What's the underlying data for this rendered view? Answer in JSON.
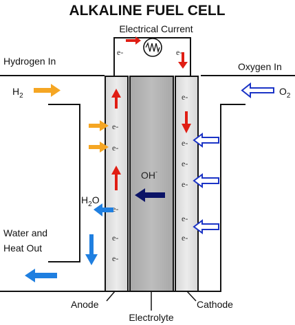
{
  "diagram": {
    "title": "ALKALINE FUEL CELL",
    "circuit_label": "Electrical Current",
    "hydrogen_in": "Hydrogen In",
    "oxygen_in": "Oxygen In",
    "h2_formula": {
      "main": "H",
      "sub": "2"
    },
    "o2_formula": {
      "main": "O",
      "sub": "2"
    },
    "h2o_formula": {
      "a": "H",
      "sub": "2",
      "b": "O"
    },
    "water_out_line1": "Water and",
    "water_out_line2": "Heat Out",
    "hydroxide": {
      "main": "OH",
      "sup": "-"
    },
    "electron": "e-",
    "anode_label": "Anode",
    "cathode_label": "Cathode",
    "electrolyte_label": "Electrolyte",
    "colors": {
      "electron_flow": "#e01e14",
      "hydrogen_arrow": "#f5a623",
      "oxygen_arrow": "#1a33c6",
      "water_arrow": "#1f7fe0",
      "hydroxide_arrow": "#0b1366",
      "electrode_fill": "#e6e6e6",
      "electrolyte_fill": "#b3b3b3"
    }
  }
}
